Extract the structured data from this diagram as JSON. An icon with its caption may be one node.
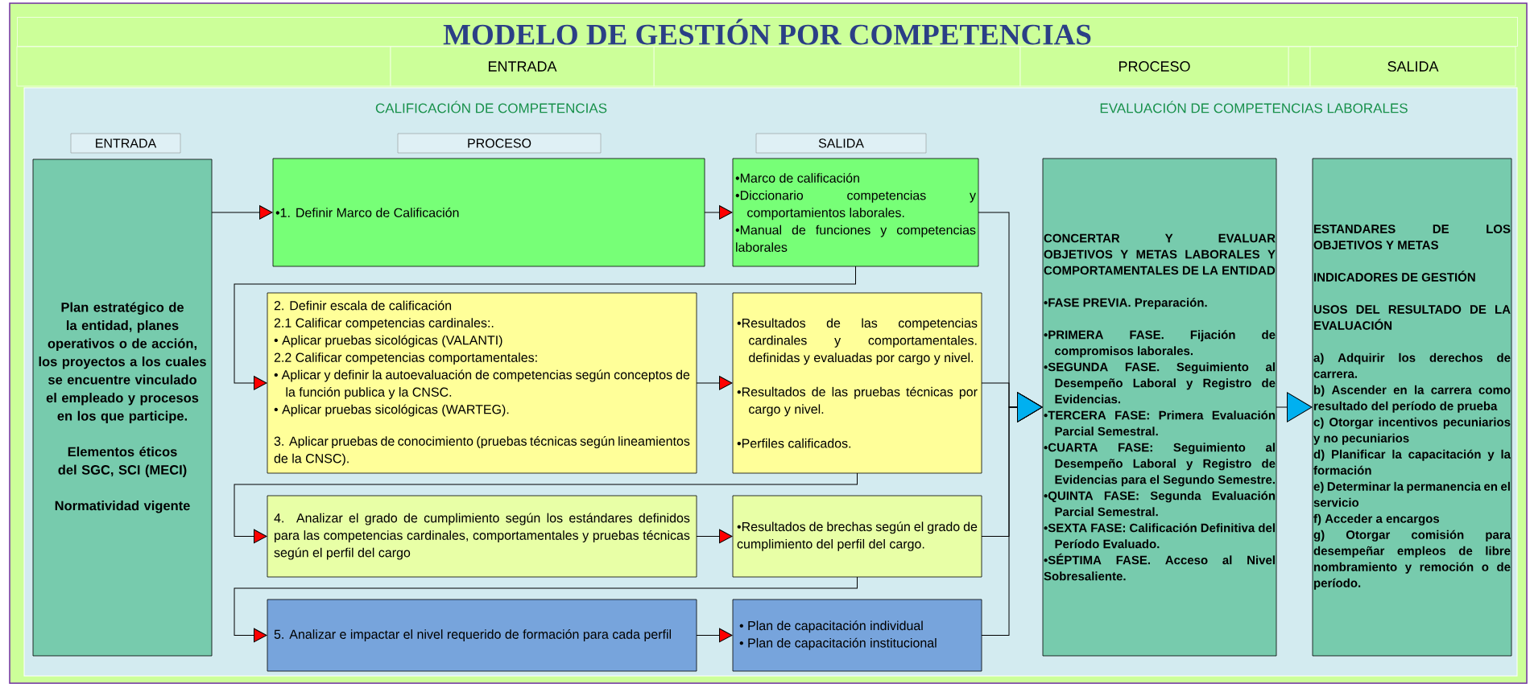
{
  "diagram": {
    "title": "MODELO DE GESTIÓN POR COMPETENCIAS",
    "nodes": [
      {
        "text": [
          "ENTRADA"
        ]
      },
      {
        "text": [
          "PROCESO"
        ]
      },
      {
        "text": [
          "SALIDA"
        ]
      },
      {
        "text": [
          "ENTRADA"
        ]
      },
      {
        "text": [
          "PROCESO"
        ]
      },
      {
        "text": [
          "SALIDA"
        ]
      },
      {
        "text": [
          "Plan estratégico de la entidad, planes operativos o de acción, los proyectos a los cuales se encuentre vinculado el empleado y procesos en los que participe.",
          "Elementos éticos del SGC, SCI (MECI)",
          "Normatividad vigente"
        ]
      },
      {
        "text": [
          "•1. Definir Marco de Calificación"
        ]
      },
      {
        "text": [
          "•Marco de calificación",
          "•Diccionario competencias y comportamientos laborales.",
          "•Manual de funciones y competencias laborales"
        ]
      },
      {
        "text": [
          "2. Definir escala de calificación",
          "2.1 Calificar competencias cardinales:.",
          "• Aplicar pruebas sicológicas (VALANTI)",
          "2.2 Calificar competencias comportamentales:",
          "• Aplicar y definir la autoevaluación de competencias según conceptos de la función publica y la CNSC.",
          "• Aplicar pruebas sicológicas (WARTEG).",
          "3. Aplicar pruebas de conocimiento (pruebas técnicas según lineamientos de la CNSC)."
        ]
      },
      {
        "text": [
          "•Resultados de las competencias cardinales y comportamentales. definidas y evaluadas por cargo y nivel.",
          "•Resultados de las pruebas técnicas por cargo y nivel.",
          "•Perfiles calificados."
        ]
      },
      {
        "text": [
          "4. Analizar el grado de cumplimiento según los estándares definidos para las competencias cardinales, comportamentales y pruebas técnicas según el perfil del cargo"
        ]
      },
      {
        "text": [
          "•Resultados de brechas según el grado de cumplimiento del perfil del cargo."
        ]
      },
      {
        "text": [
          "5. Analizar e impactar el nivel requerido de formación para cada perfil"
        ]
      },
      {
        "text": [
          "• Plan de capacitación individual",
          "• Plan de capacitación institucional"
        ]
      },
      {
        "text": [
          "CONCERTAR Y EVALUAR OBJETIVOS Y METAS LABORALES Y COMPORTAMENTALES DE LA ENTIDAD",
          "•FASE PREVIA. Preparación.",
          "•PRIMERA FASE. Fijación de compromisos laborales.",
          "•SEGUNDA FASE. Seguimiento al Desempeño Laboral y Registro de Evidencias.",
          "•TERCERA FASE: Primera Evaluación Parcial Semestral.",
          "•CUARTA FASE: Seguimiento al Desempeño Laboral y Registro de Evidencias para el Segundo Semestre.",
          "•QUINTA FASE: Segunda Evaluación Parcial Semestral.",
          "•SEXTA FASE: Calificación Definitiva del Período Evaluado.",
          "•SÉPTIMA FASE. Acceso al Nivel Sobresaliente."
        ]
      },
      {
        "text": [
          "ESTANDARES DE LOS OBJETIVOS Y METAS",
          "INDICADORES DE GESTIÓN",
          "USOS DEL RESULTADO DE LA EVALUACIÓN",
          "a) Adquirir los derechos de carrera.",
          "b) Ascender en la carrera como resultado del período de prueba",
          "c) Otorgar incentivos pecuniarios y no pecuniarios",
          "d) Planificar la capacitación y la formación",
          "e) Determinar la permanencia en el servicio",
          "f) Acceder a encargos",
          "g) Otorgar comisión para desempeñar empleos de libre nombramiento y remoción o de período."
        ]
      }
    ],
    "edges": [
      {
        "from": 6,
        "to": 7,
        "arrow": "to"
      },
      {
        "from": 7,
        "to": 8,
        "arrow": "to"
      },
      {
        "from": 8,
        "to": 9,
        "arrow": "to"
      },
      {
        "from": 9,
        "to": 10,
        "arrow": "to"
      },
      {
        "from": 10,
        "to": 11,
        "arrow": "to"
      },
      {
        "from": 11,
        "to": 12,
        "arrow": "to"
      },
      {
        "from": 12,
        "to": 13,
        "arrow": "to"
      },
      {
        "from": 13,
        "to": 14,
        "arrow": "to"
      },
      {
        "from": 8,
        "to": 15,
        "arrow": "to"
      },
      {
        "from": 10,
        "to": 15,
        "arrow": "to"
      },
      {
        "from": 12,
        "to": 15,
        "arrow": "to"
      },
      {
        "from": 14,
        "to": 15,
        "arrow": "to"
      },
      {
        "from": 15,
        "to": 16,
        "arrow": "to"
      }
    ],
    "labels": [
      "CALIFICACIÓN DE COMPETENCIAS",
      "EVALUACIÓN DE COMPETENCIAS  LABORALES"
    ]
  }
}
